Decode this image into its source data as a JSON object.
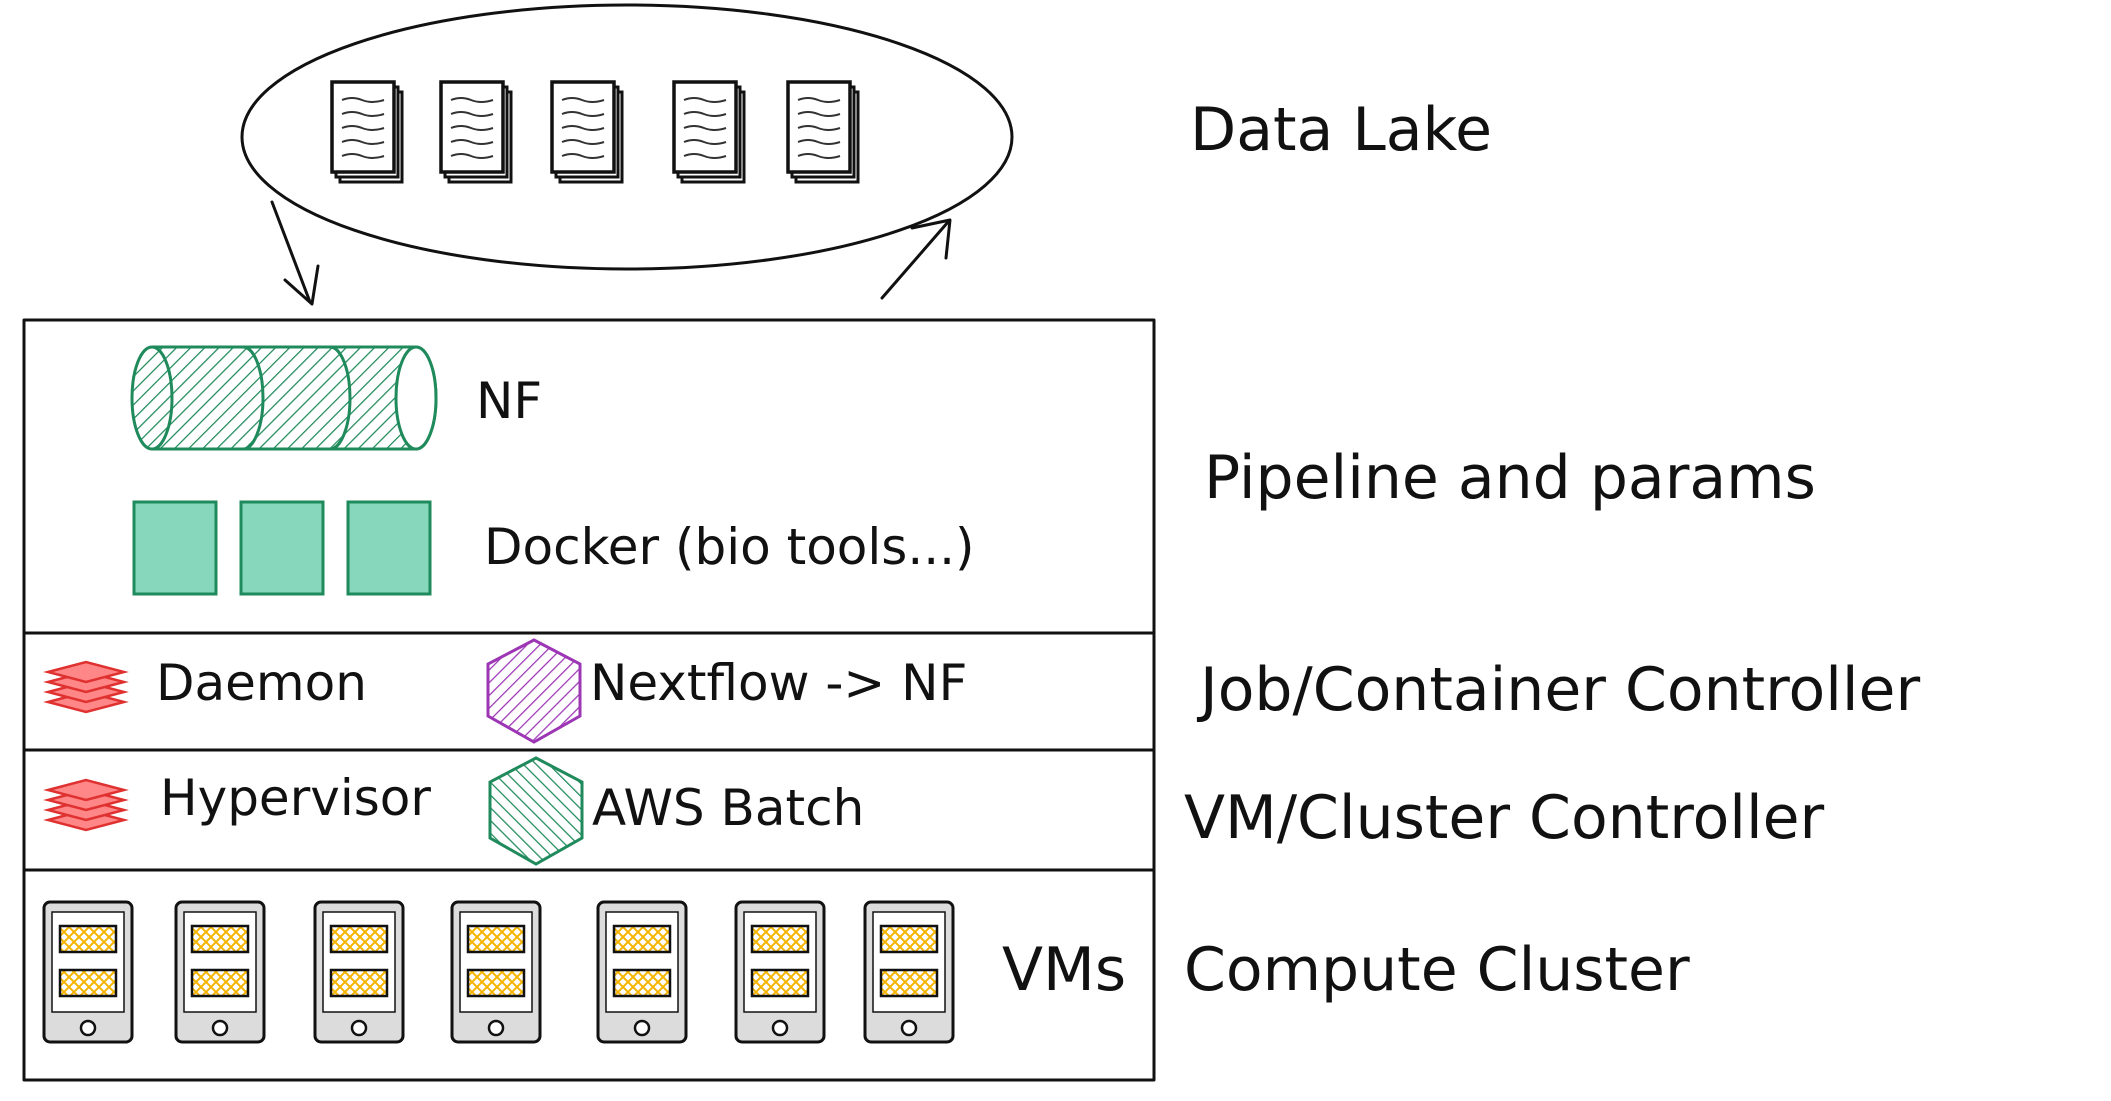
{
  "data_lake": {
    "label": "Data Lake",
    "documents": [
      "document-icon",
      "document-icon",
      "document-icon",
      "document-icon",
      "document-icon"
    ]
  },
  "layers": {
    "pipeline": {
      "label": "Pipeline and params",
      "nf_label": "NF",
      "docker_label": "Docker (bio tools...)"
    },
    "job_controller": {
      "label": "Job/Container Controller",
      "daemon_label": "Daemon",
      "nextflow_label": "Nextflow -> NF"
    },
    "vm_controller": {
      "label": "VM/Cluster Controller",
      "hypervisor_label": "Hypervisor",
      "aws_label": "AWS Batch"
    },
    "compute": {
      "label": "Compute Cluster",
      "vms_label": "VMs",
      "vm_count": 7
    }
  },
  "colors": {
    "green": "#1f8a5b",
    "green_fill": "#87d7bd",
    "red": "#e03131",
    "red_fill": "#ff8787",
    "purple": "#9c36b5",
    "yellow": "#f5b400",
    "device_gray": "#dcdcdc"
  }
}
